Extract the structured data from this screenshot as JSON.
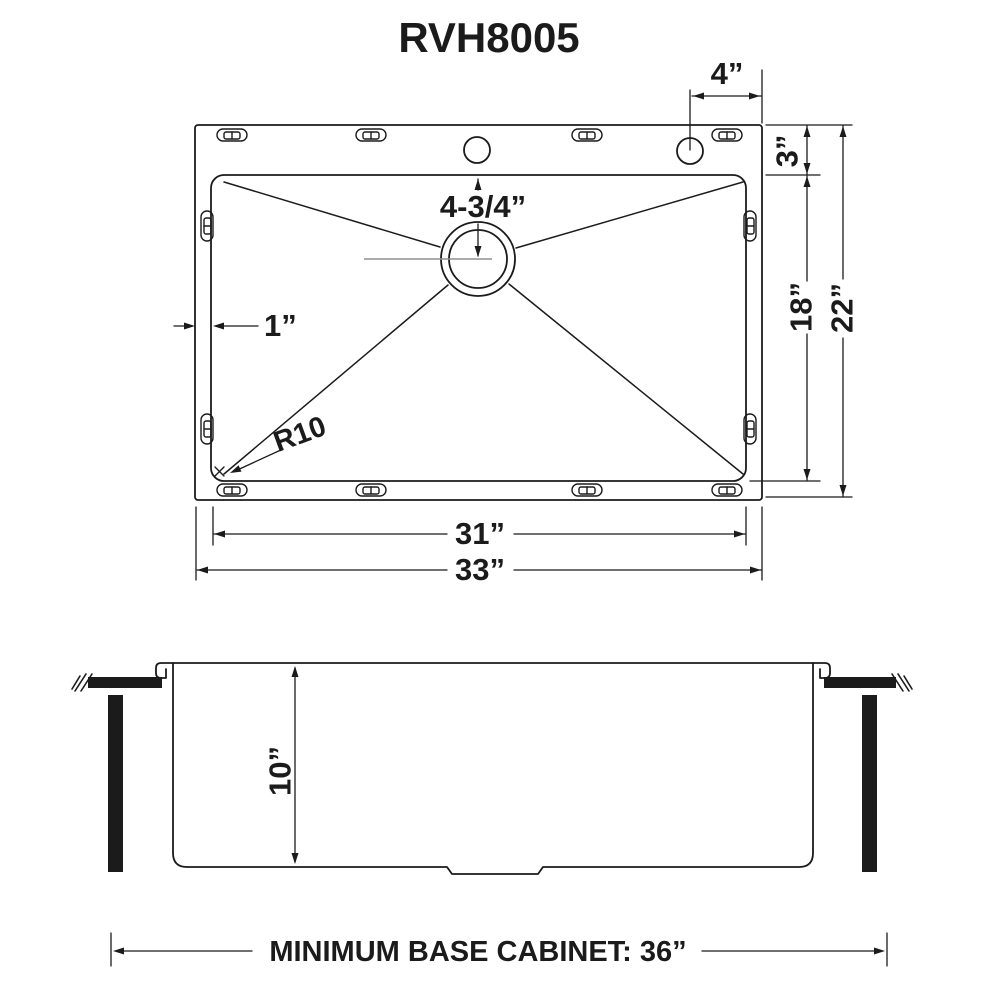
{
  "colors": {
    "ink": "#1b1b1b",
    "centerline": "#8f8f8f",
    "background": "#ffffff"
  },
  "title": "RVH8005",
  "top_view": {
    "dim_faucet_to_edge": "4”",
    "dim_deck_back": "3”",
    "dim_bowl_front_back": "18”",
    "dim_overall_front_back": "22”",
    "dim_drain_from_back": "4-3/4”",
    "dim_rim_width": "1”",
    "label_corner_radius": "R10",
    "dim_bowl_width": "31”",
    "dim_overall_width": "33”"
  },
  "side_view": {
    "dim_bowl_depth": "10”",
    "note_cabinet": "MINIMUM BASE CABINET: 36”"
  }
}
